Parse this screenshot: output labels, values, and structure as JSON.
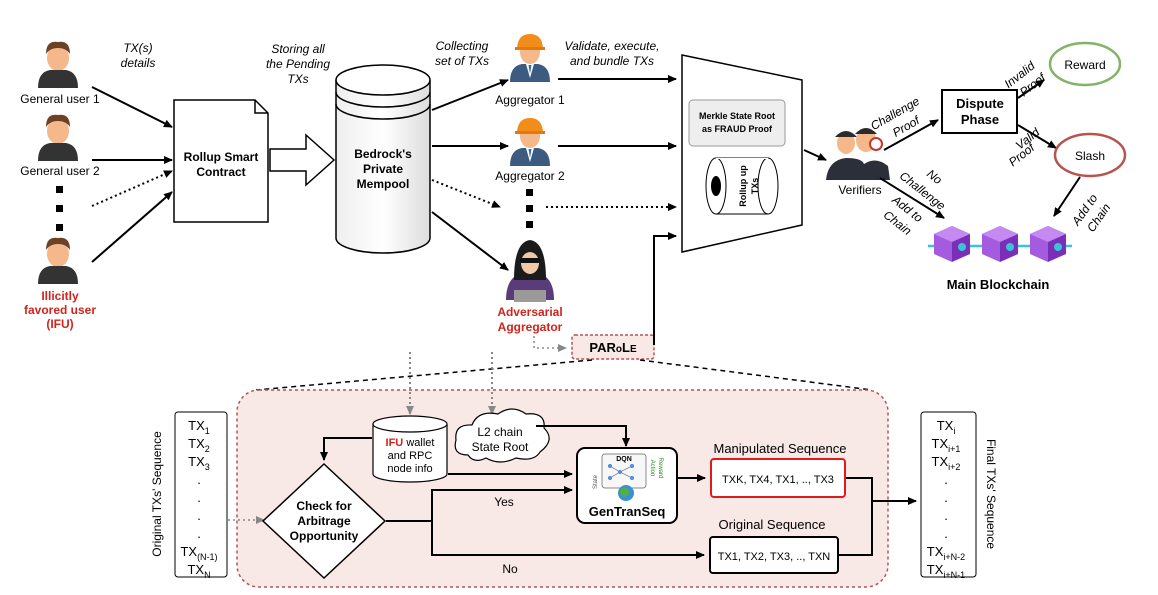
{
  "users": {
    "user1": "General user 1",
    "user2": "General user 2",
    "ifu_line1": "Illicitly",
    "ifu_line2": "favored user",
    "ifu_line3": "(IFU)"
  },
  "annotations": {
    "tx_details_1": "TX(s)",
    "tx_details_2": "details",
    "storing_1": "Storing all",
    "storing_2": "the Pending",
    "storing_3": "TXs",
    "collecting_1": "Collecting",
    "collecting_2": "set of TXs",
    "validate_1": "Validate, execute,",
    "validate_2": "and bundle TXs"
  },
  "contract": {
    "line1": "Rollup Smart",
    "line2": "Contract"
  },
  "mempool": {
    "line1": "Bedrock's",
    "line2": "Private",
    "line3": "Mempool"
  },
  "aggregators": {
    "agg1": "Aggregator 1",
    "agg2": "Aggregator 2",
    "adv1": "Adversarial",
    "adv2": "Aggregator"
  },
  "rollup": {
    "merkle1": "Merkle State Root",
    "merkle2": "as FRAUD Proof",
    "txs1": "Rollup up",
    "txs2": "TXs"
  },
  "verifiers": "Verifiers",
  "dispute": {
    "line1": "Dispute",
    "line2": "Phase"
  },
  "edges": {
    "challenge_1": "Challenge",
    "challenge_2": "Proof",
    "invalid_1": "Invalid",
    "invalid_2": "Proof",
    "valid_1": "Valid",
    "valid_2": "Proof",
    "nochallenge_1": "No",
    "nochallenge_2": "Challenge",
    "add1_1": "Add to",
    "add1_2": "Chain",
    "add2_1": "Add to",
    "add2_2": "Chain"
  },
  "reward": "Reward",
  "slash": "Slash",
  "blockchain": "Main Blockchain",
  "parole": {
    "p1": "PAR",
    "p2": "o",
    "p3": "L",
    "p4": "E"
  },
  "original_seq": {
    "title": "Original TXs' Sequence",
    "items": [
      "TX1",
      "TX2",
      "TX3",
      ".",
      ".",
      ".",
      ".",
      "TX(N-1)",
      "TXN"
    ]
  },
  "final_seq": {
    "title": "Final TXs' Sequence",
    "items": [
      "TXi",
      "TXi+1",
      "TXi+2",
      ".",
      ".",
      ".",
      ".",
      "TXi+N-2",
      "TXi+N-1"
    ]
  },
  "ifu_db": {
    "ifu": "IFU",
    "line1_rest": " wallet",
    "line2": "and RPC",
    "line3": "node info"
  },
  "l2_cloud": {
    "line1": "L2 chain",
    "line2": "State Root"
  },
  "check": {
    "line1": "Check for",
    "line2": "Arbitrage",
    "line3": "Opportunity"
  },
  "gen": {
    "name": "GenTranSeq",
    "dqn": "DQN",
    "state": "State",
    "action": "Action",
    "reward": "Reward"
  },
  "manipulated": {
    "title": "Manipulated Sequence",
    "seq": "TXK, TX4, TX1, .., TX3"
  },
  "original_box": {
    "title": "Original Sequence",
    "seq": "TX1, TX2, TX3, .., TXN"
  },
  "yes": "Yes",
  "no": "No",
  "colors": {
    "ifu_red": "#d0241c",
    "reward_green": "#82b366",
    "slash_red": "#b85450",
    "panel_fill": "#f8e8e6",
    "panel_border": "#b85450",
    "blockchain_purple": "#9b4fd9",
    "link_cyan": "#36c6d6"
  },
  "icons": [
    "user-icon",
    "aggregator-icon",
    "hacker-icon",
    "verifiers-icon",
    "block-icon",
    "globe-icon"
  ]
}
